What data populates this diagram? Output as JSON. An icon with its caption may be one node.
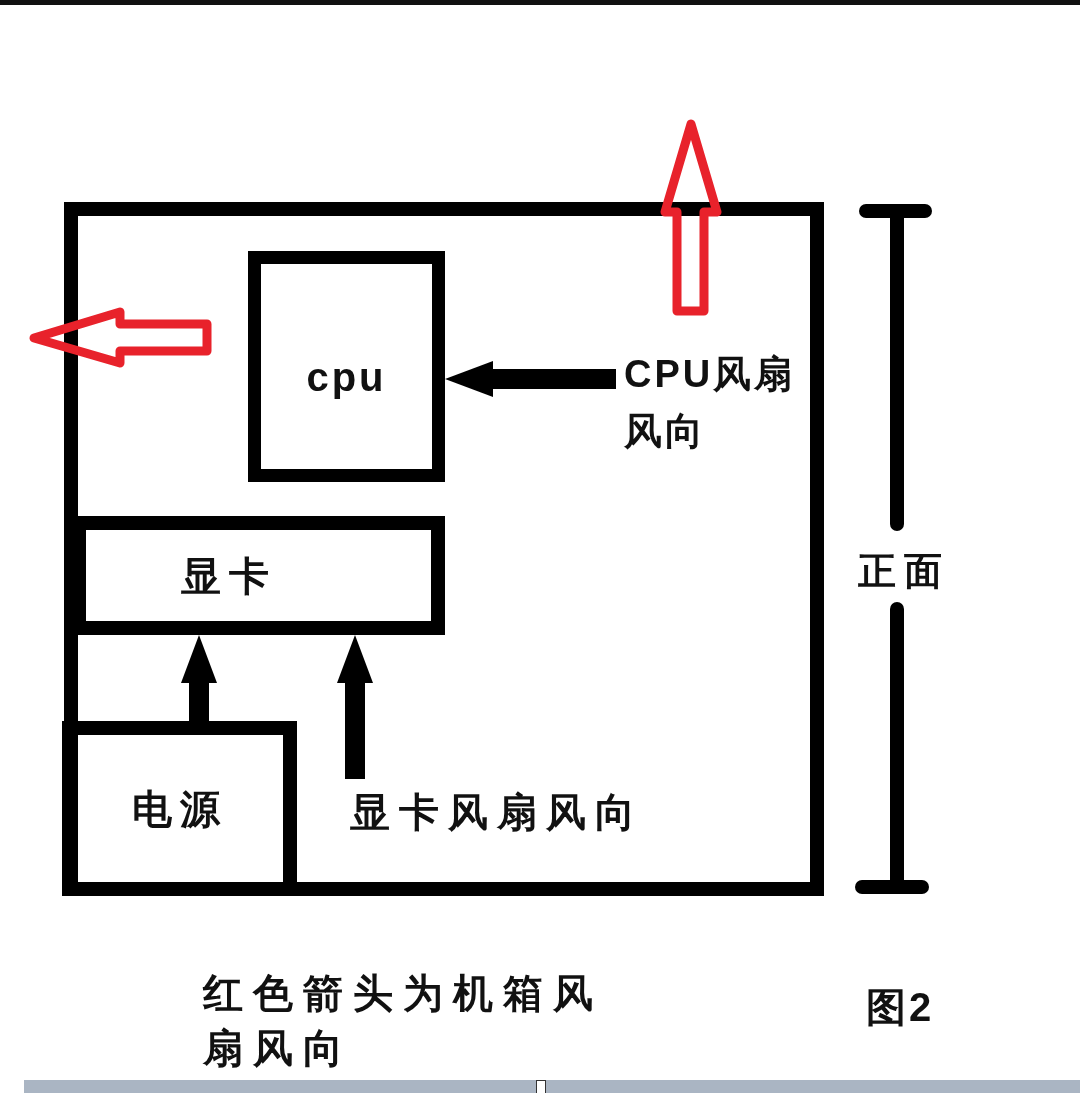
{
  "diagram": {
    "nodes": [
      {
        "text": [],
        "shape": "box"
      },
      {
        "text": [
          "cpu"
        ],
        "in": 0
      },
      {
        "text": [
          "CPU风扇风向"
        ],
        "in": 0
      },
      {
        "text": [
          "显卡"
        ],
        "in": 0
      },
      {
        "text": [
          "电源"
        ],
        "in": 0
      },
      {
        "text": [
          "显卡风扇风向"
        ],
        "in": 0
      }
    ],
    "edges": [
      {
        "from": 2,
        "to": 1,
        "arrow": "to"
      },
      {
        "from": 4,
        "to": 3,
        "arrow": "to"
      },
      {
        "from": 5,
        "to": 3,
        "arrow": "to"
      }
    ],
    "labels": [
      "正面",
      "红色箭头为机箱风扇风向",
      "图2"
    ]
  }
}
